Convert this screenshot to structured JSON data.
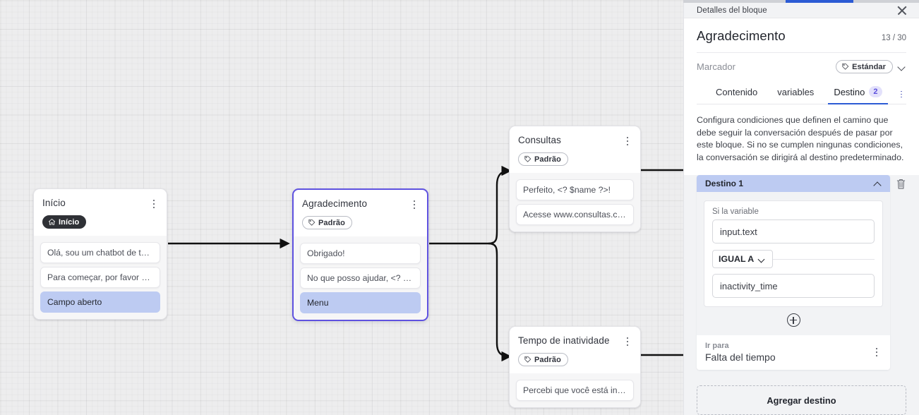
{
  "canvas": {
    "nodes": [
      {
        "id": "inicio",
        "title": "Início",
        "badge": "Início",
        "badge_icon": "home-icon",
        "badge_style": "dark",
        "selected": false,
        "messages": [
          {
            "text": "Olá, sou um chatbot de teste!",
            "highlight": false
          },
          {
            "text": "Para começar, por favor digite o ...",
            "highlight": false
          },
          {
            "text": "Campo aberto",
            "highlight": true
          }
        ]
      },
      {
        "id": "agradecimento",
        "title": "Agradecimento",
        "badge": "Padrão",
        "badge_icon": "tag-icon",
        "badge_style": "light",
        "selected": true,
        "messages": [
          {
            "text": "Obrigado!",
            "highlight": false
          },
          {
            "text": "No que posso ajudar, <? $name ...",
            "highlight": false
          },
          {
            "text": "Menu",
            "highlight": true
          }
        ]
      },
      {
        "id": "consultas",
        "title": "Consultas",
        "badge": "Padrão",
        "badge_icon": "tag-icon",
        "badge_style": "light",
        "selected": false,
        "messages": [
          {
            "text": "Perfeito, <? $name ?>!",
            "highlight": false
          },
          {
            "text": "Acesse www.consultas.com par...",
            "highlight": false
          }
        ]
      },
      {
        "id": "tempo-de-inatividade",
        "title": "Tempo de inatividade",
        "badge": "Padrão",
        "badge_icon": "tag-icon",
        "badge_style": "light",
        "selected": false,
        "messages": [
          {
            "text": "Percebi que você está inativo. C...",
            "highlight": false
          }
        ]
      }
    ]
  },
  "panel": {
    "header_title": "Detalles del bloque",
    "close_icon": "close-icon",
    "block_title": "Agradecimento",
    "counter": "13 / 30",
    "marcador": {
      "label": "Marcador",
      "chip": "Estándar",
      "chip_icon": "tag-icon",
      "caret_icon": "chevron-down-icon"
    },
    "tabs": [
      {
        "label": "Contenido",
        "active": false,
        "badge": ""
      },
      {
        "label": "variables",
        "active": false,
        "badge": ""
      },
      {
        "label": "Destino",
        "active": true,
        "badge": "2"
      }
    ],
    "tabs_menu_icon": "kebab-menu-icon",
    "description": "Configura condiciones que definen el camino que debe seguir la conversación después de pasar por este bloque. Si no se cumplen ningunas condiciones, la conversación se dirigirá al destino predeterminado.",
    "destination": {
      "header_label": "Destino 1",
      "collapse_icon": "chevron-up-icon",
      "delete_icon": "trash-icon",
      "condition": {
        "label": "Si la variable",
        "variable_value": "input.text",
        "operator": "IGUAL A",
        "operator_caret_icon": "chevron-down-icon",
        "compare_value": "inactivity_time"
      },
      "add_condition_icon": "plus-circle-icon",
      "goto_label": "Ir para",
      "goto_value": "Falta del tiempo",
      "goto_menu_icon": "kebab-menu-icon"
    },
    "add_destination_label": "Agregar destino"
  },
  "colors": {
    "accent_blue": "#2c5bd4",
    "selected_node_border": "#5f52e0",
    "highlight_msg": "#bdcbf2",
    "badge_purple_bg": "#e3e1fb",
    "badge_purple_text": "#5b4fdc",
    "canvas_bg": "#ededee",
    "panel_bg": "#f2f3f5"
  }
}
